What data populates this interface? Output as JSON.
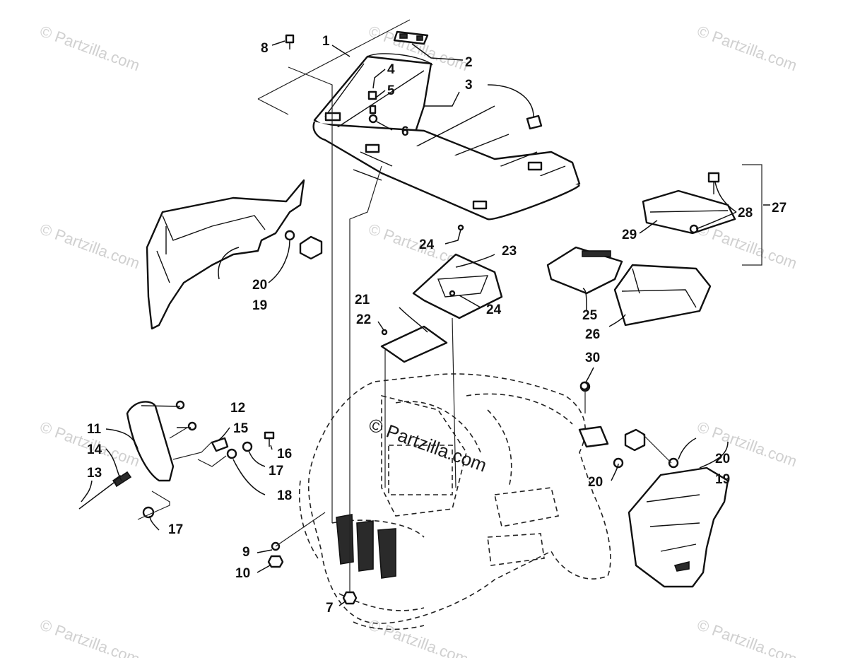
{
  "watermarks": [
    "© Partzilla.com",
    "© Partzilla.com",
    "© Partzilla.com",
    "© Partzilla.com",
    "© Partzilla.com",
    "© Partzilla.com",
    "© Partzilla.com",
    "© Partzilla.com",
    "© Partzilla.com",
    "© Partzilla.com",
    "© Partzilla.com"
  ],
  "center_watermark": "© Partzilla.com",
  "callouts": {
    "c1": "1",
    "c2": "2",
    "c3": "3",
    "c4": "4",
    "c5": "5",
    "c6": "6",
    "c7": "7",
    "c8": "8",
    "c9": "9",
    "c10": "10",
    "c11": "11",
    "c12": "12",
    "c13": "13",
    "c14": "14",
    "c15": "15",
    "c16": "16",
    "c17a": "17",
    "c17b": "17",
    "c18": "18",
    "c19a": "19",
    "c19b": "19",
    "c20a": "20",
    "c20b": "20",
    "c20c": "20",
    "c21": "21",
    "c22": "22",
    "c23": "23",
    "c24a": "24",
    "c24b": "24",
    "c25": "25",
    "c26": "26",
    "c27": "27",
    "c28": "28",
    "c29": "29",
    "c30": "30"
  }
}
